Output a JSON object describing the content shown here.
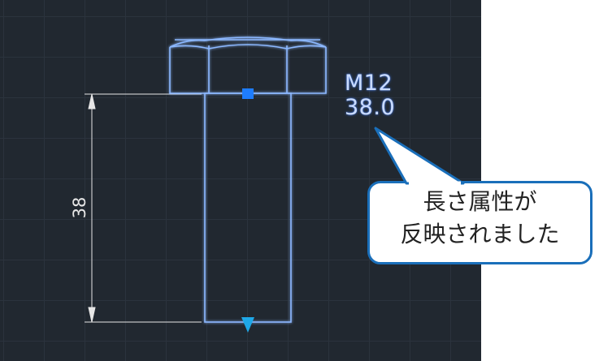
{
  "drawing": {
    "bolt_label": {
      "size": "M12",
      "length": "38.0"
    },
    "dimension_value": "38"
  },
  "callout": {
    "line1": "長さ属性が",
    "line2": "反映されました"
  },
  "colors": {
    "background": "#212830",
    "bolt_outline": "#6aa6ff",
    "grip": "#1e7dff",
    "callout_border": "#1a6fba",
    "dimension": "#e6e6e6"
  }
}
